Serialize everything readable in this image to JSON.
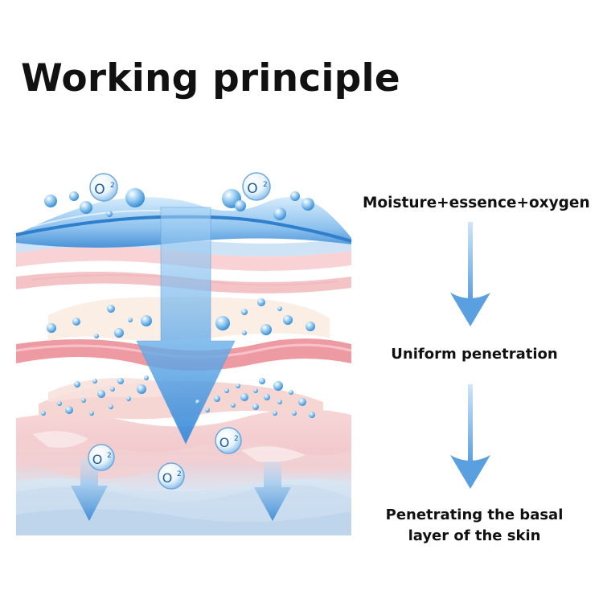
{
  "title": "Working principle",
  "oxygen_label": {
    "letter": "O",
    "superscript": "2"
  },
  "steps": [
    {
      "lines": [
        "Moisture+essence+oxygen"
      ]
    },
    {
      "lines": [
        "Uniform penetration"
      ]
    },
    {
      "lines": [
        "Penetrating the basal",
        "layer of the skin"
      ]
    }
  ],
  "colors": {
    "water_blue": "#5aa0dc",
    "arrow_blue": "#6eaee8",
    "skin_pink": "#f2a9ad",
    "deep_pink": "#e8828b",
    "base_blue": "#bcd6ec"
  }
}
